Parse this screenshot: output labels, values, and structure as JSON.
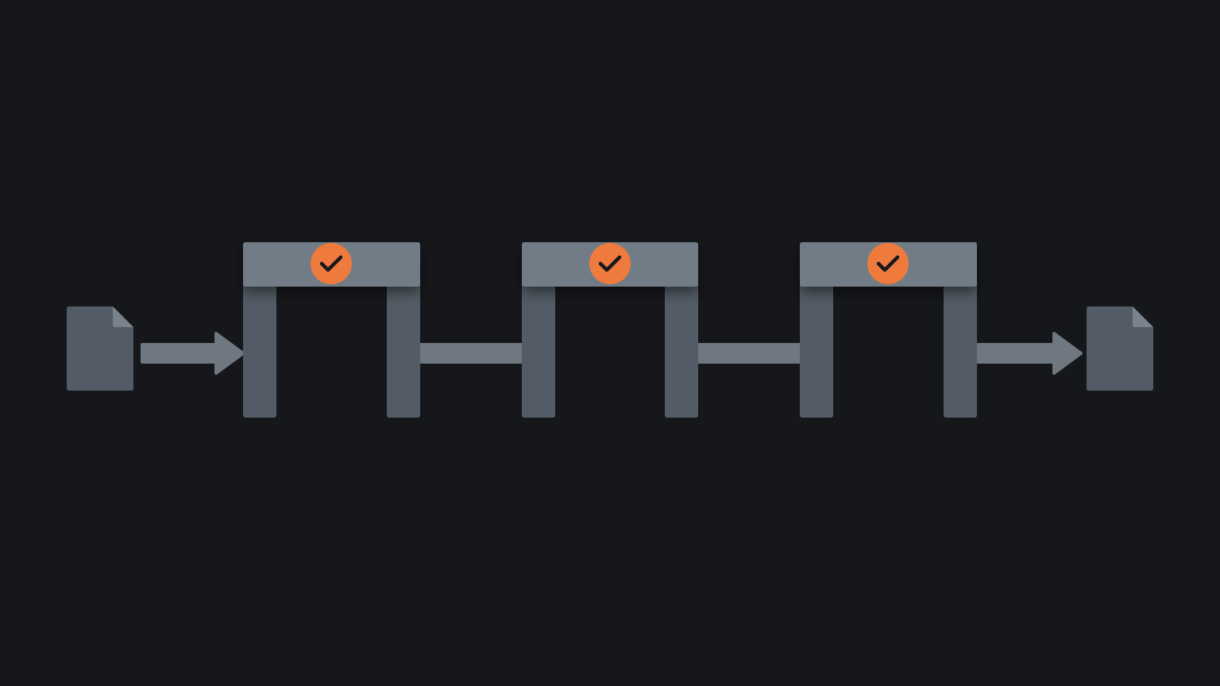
{
  "colors": {
    "background": "#15171b",
    "document": "#525b66",
    "document_fold": "#7a838d",
    "connector": "#6f7881",
    "gate_post": "#535c66",
    "gate_beam": "#727c86",
    "checkmark_badge": "#ef7a3e",
    "checkmark_stroke": "#16181c"
  },
  "icons": {
    "input": "document-icon",
    "output": "document-icon",
    "gate_badge": "checkmark-icon",
    "arrow": "arrow-right-icon"
  },
  "pipeline": {
    "input_document": {
      "icon": "document-icon"
    },
    "gates": [
      {
        "icon": "checkmark-icon",
        "status": "passed"
      },
      {
        "icon": "checkmark-icon",
        "status": "passed"
      },
      {
        "icon": "checkmark-icon",
        "status": "passed"
      }
    ],
    "output_document": {
      "icon": "document-icon"
    }
  }
}
